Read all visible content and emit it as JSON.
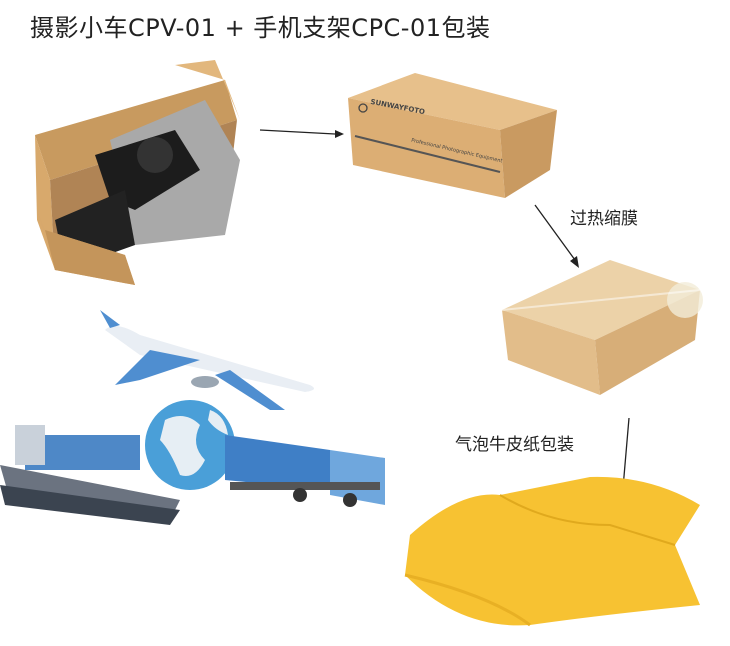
{
  "title": "摄影小车CPV-01 + 手机支架CPC-01包装",
  "steps": {
    "shrink_film": "过热缩膜",
    "bubble_kraft": "气泡牛皮纸包装"
  },
  "box_branding": {
    "brand": "SUNWAYFOTO",
    "tagline": "Professional Photographic Equipment"
  },
  "colors": {
    "kraft": "#d9ac72",
    "bag": "#f7c232",
    "globe": "#4a9fd8"
  }
}
